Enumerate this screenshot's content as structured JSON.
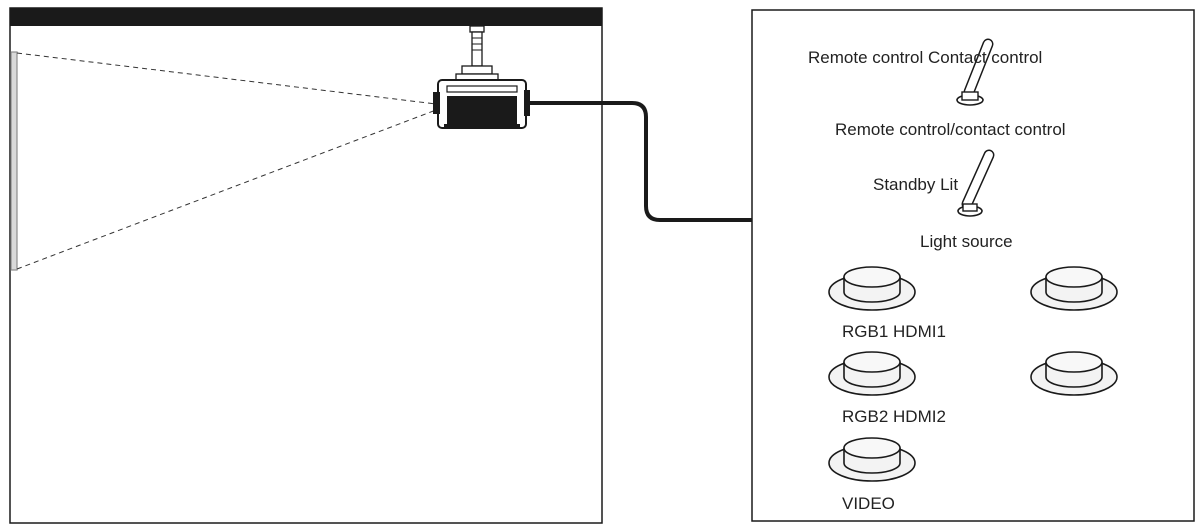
{
  "room": {
    "name": "room-panel"
  },
  "control_panel": {
    "switches": [
      {
        "id": "remote-contact",
        "label": "Remote control Contact control",
        "caption": "Remote control/contact control"
      },
      {
        "id": "standby-lit",
        "label": "Standby Lit",
        "caption": "Light source"
      }
    ],
    "buttons": [
      {
        "id": "rgb1",
        "label": "RGB1 HDMI1"
      },
      {
        "id": "hdmi1",
        "label": ""
      },
      {
        "id": "rgb2",
        "label": "RGB2 HDMI2"
      },
      {
        "id": "hdmi2",
        "label": ""
      },
      {
        "id": "video",
        "label": "VIDEO"
      }
    ]
  },
  "colors": {
    "line": "#1a1a1a",
    "ceiling": "#1a1a1a",
    "button_fill": "#f3f3f3",
    "screen": "#8c8c8c"
  }
}
